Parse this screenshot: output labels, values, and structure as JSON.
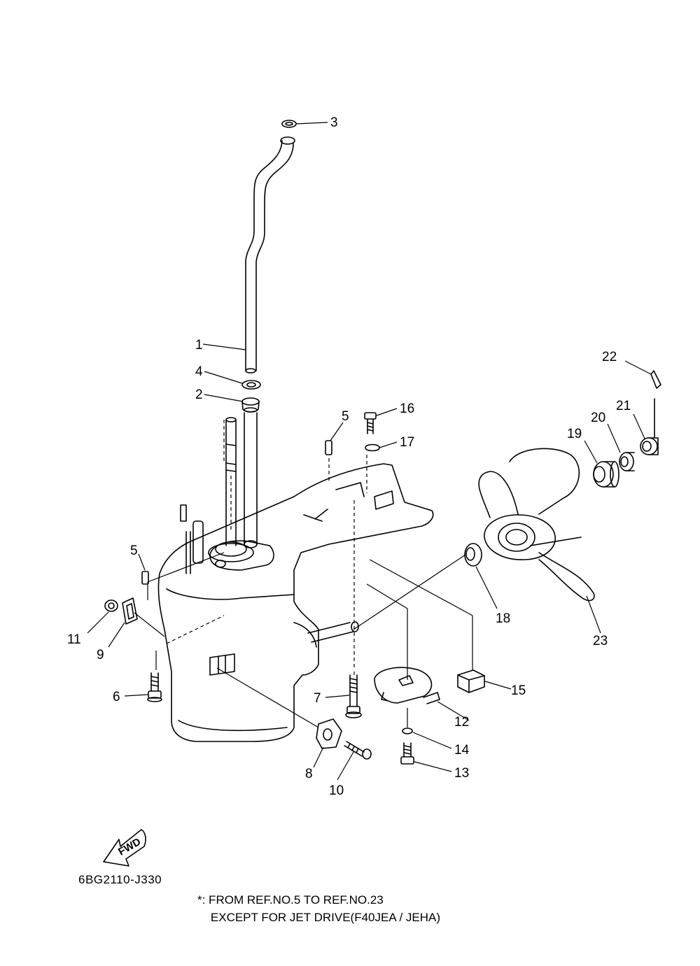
{
  "callouts": [
    "1",
    "2",
    "3",
    "4",
    "5",
    "5",
    "6",
    "7",
    "8",
    "9",
    "10",
    "11",
    "12",
    "13",
    "14",
    "15",
    "16",
    "17",
    "18",
    "19",
    "20",
    "21",
    "22",
    "23"
  ],
  "fwd_label": "FWD",
  "diagram_code": "6BG2110-J330",
  "note": {
    "line1": "*: FROM REF.NO.5 TO REF.NO.23",
    "line2": "    EXCEPT FOR JET DRIVE(F40JEA / JEHA)"
  }
}
